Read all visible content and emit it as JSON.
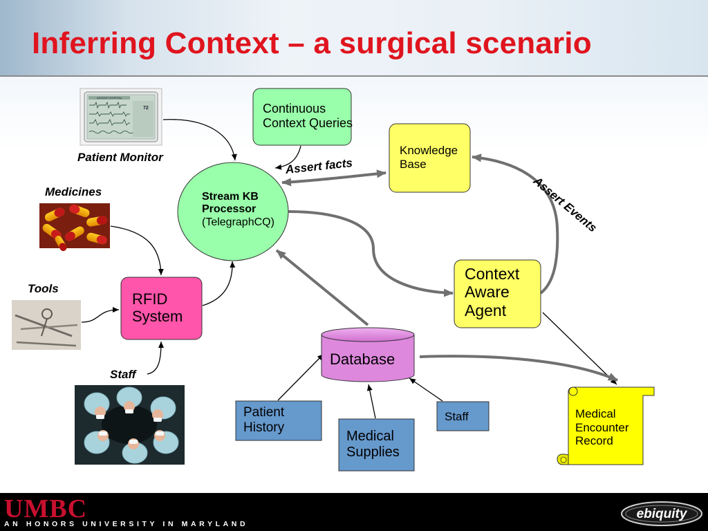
{
  "slide": {
    "title": "Inferring Context – a surgical scenario"
  },
  "footer": {
    "university_logo": "UMBC",
    "university_tagline": "AN HONORS UNIVERSITY IN MARYLAND",
    "group_logo": "ebiquity"
  },
  "images": {
    "patient_monitor_screen": "ADVENT HOSPITAL",
    "patient_monitor_value": "72"
  },
  "labels": {
    "patient_monitor": "Patient Monitor",
    "medicines": "Medicines",
    "tools": "Tools",
    "staff_image": "Staff",
    "assert_facts": "Assert facts",
    "assert_events": "Assert Events"
  },
  "nodes": {
    "continuous_queries": [
      "Continuous",
      "Context Queries"
    ],
    "knowledge_base": [
      "Knowledge",
      "Base"
    ],
    "stream_kb": [
      "Stream KB",
      "Processor",
      "(TelegraphCQ)"
    ],
    "rfid": [
      "RFID",
      "System"
    ],
    "context_agent": [
      "Context",
      "Aware",
      "Agent"
    ],
    "database": "Database",
    "patient_history": [
      "Patient",
      "History"
    ],
    "medical_supplies": [
      "Medical",
      "Supplies"
    ],
    "staff_box": "Staff",
    "medical_record": [
      "Medical",
      "Encounter",
      "Record"
    ]
  },
  "colors": {
    "title": "#e0141e",
    "green_node": "#99ffaa",
    "yellow_node": "#ffff66",
    "pink_node": "#ff55aa",
    "database_fill": "#dd88dd",
    "blue_box": "#6699cc",
    "scroll_fill": "#ffff00",
    "thick_arrow": "#707070",
    "umbc_red": "#c8102e"
  }
}
